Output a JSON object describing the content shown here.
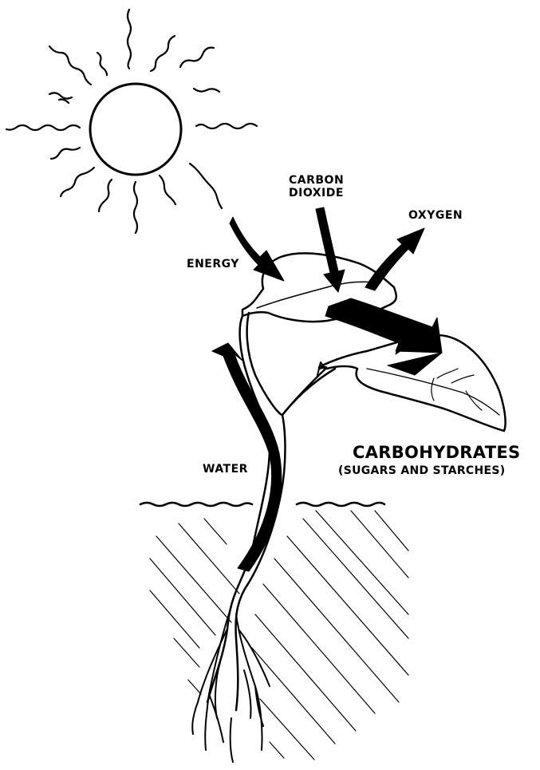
{
  "labels": {
    "carbon_dioxide_line1": "CARBON",
    "carbon_dioxide_line2": "DIOXIDE",
    "oxygen": "OXYGEN",
    "energy": "ENERGY",
    "carbohydrates": "CARBOHYDRATES",
    "carbohydrates_sub": "(SUGARS AND STARCHES)",
    "water": "WATER"
  },
  "colors": {
    "ink": "#000000",
    "background": "#ffffff"
  }
}
